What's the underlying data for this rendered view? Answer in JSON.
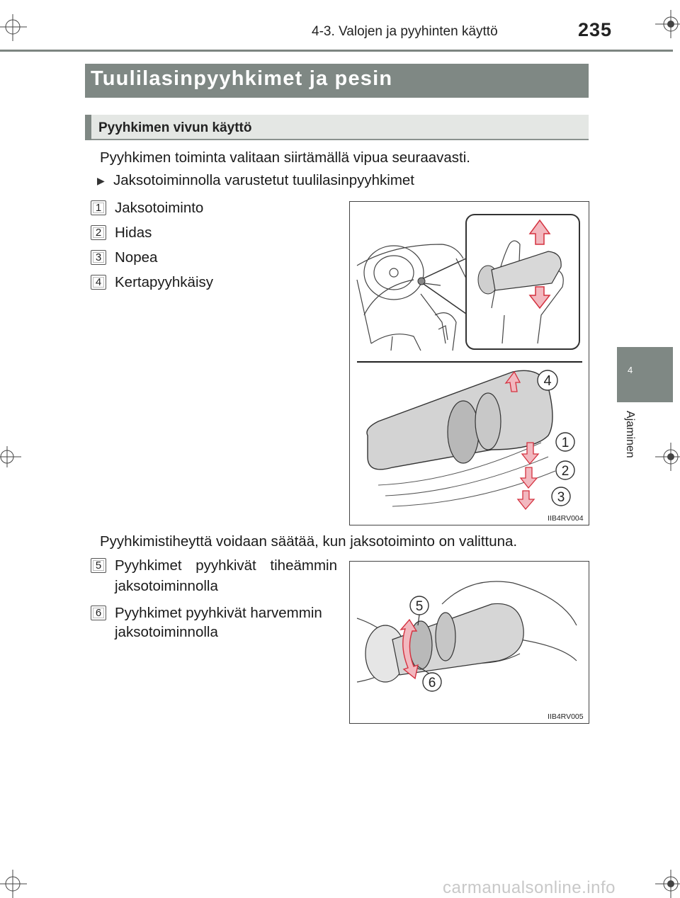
{
  "header": {
    "section": "4-3. Valojen ja pyyhinten käyttö",
    "page_number": "235"
  },
  "side_tab": {
    "chapter_number": "4",
    "chapter_label": "Ajaminen"
  },
  "title": "Tuulilasinpyyhkimet ja pesin",
  "subheading": "Pyyhkimen vivun käyttö",
  "intro": "Pyyhkimen toiminta valitaan siirtämällä vipua seuraavasti.",
  "variant": {
    "marker": "▶",
    "text": "Jaksotoiminnolla varustetut tuulilasinpyyhkimet"
  },
  "modes": [
    {
      "num": "1",
      "label": "Jaksotoiminto"
    },
    {
      "num": "2",
      "label": "Hidas"
    },
    {
      "num": "3",
      "label": "Nopea"
    },
    {
      "num": "4",
      "label": "Kertapyyhkäisy"
    }
  ],
  "figure1": {
    "code": "IIB4RV004",
    "callouts": [
      "4",
      "1",
      "2",
      "3"
    ]
  },
  "interval_text": "Pyyhkimistiheyttä voidaan säätää, kun jaksotoiminto on valittuna.",
  "adjustments": [
    {
      "num": "5",
      "line1": "Pyyhkimet pyyhkivät tiheämmin",
      "line2": "jaksotoiminnolla"
    },
    {
      "num": "6",
      "line1": "Pyyhkimet pyyhkivät harvemmin",
      "line2": "jaksotoiminnolla"
    }
  ],
  "figure2": {
    "code": "IIB4RV005",
    "callouts": [
      "5",
      "6"
    ]
  },
  "colors": {
    "band": "#7f8884",
    "arrow_fill": "#f2b8bf",
    "arrow_stroke": "#d4313f"
  },
  "watermark": "carmanualsonline.info"
}
